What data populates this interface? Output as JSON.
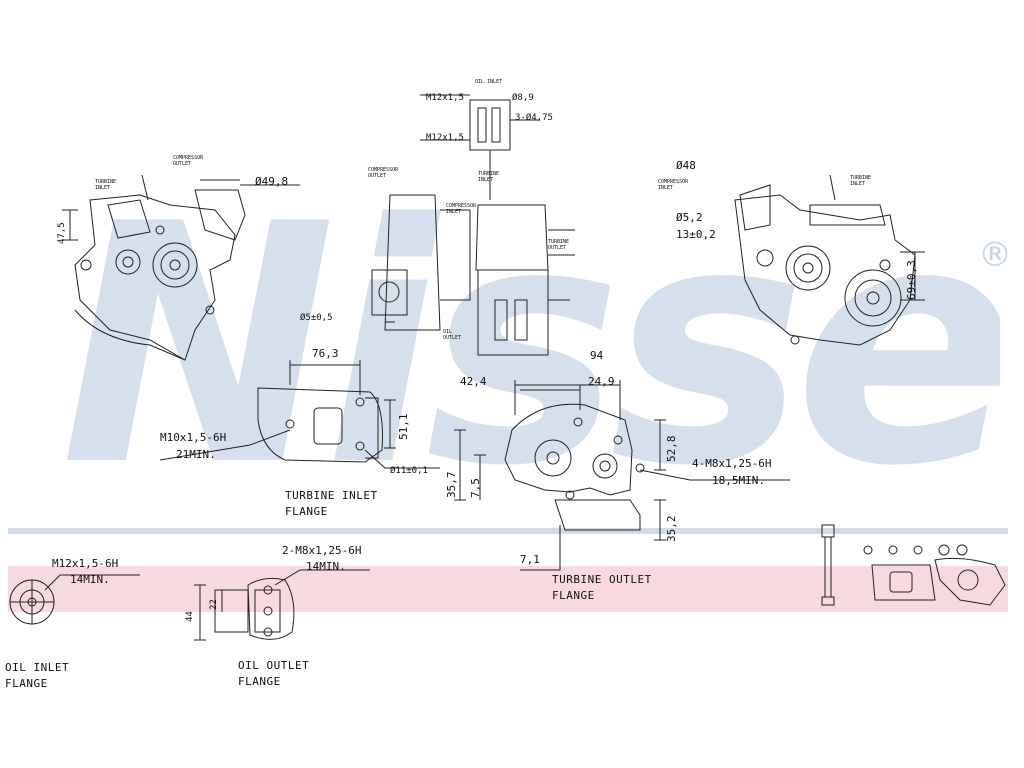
{
  "watermark": {
    "brand": "Nissens",
    "registered_mark": "®",
    "color": "#c8d6e6",
    "band_color": "#cfdbe8",
    "pink_band": "#f7d9df"
  },
  "views": {
    "left": {
      "dim_diameter": "Ø49,8",
      "dim_side": "47,5",
      "labels": [
        "COMPRESSOR OUTLET",
        "TURBINE INLET"
      ]
    },
    "center": {
      "thread_top": "M12x1,5",
      "thread_bottom": "M12x1,5",
      "dim_right": "Ø8,9",
      "holes": "3-Ø4,75",
      "dim_hole": "Ø5±0,5",
      "labels": [
        "OIL INLET",
        "COMPRESSOR OUTLET",
        "TURBINE INLET",
        "TURBINE OUTLET",
        "OIL OUTLET",
        "COMPRESSOR INLET"
      ]
    },
    "right": {
      "dim_d48": "Ø48",
      "dim_d52": "Ø5,2",
      "dim_depth": "13±0,2",
      "dim_69": "69±0,3",
      "labels": [
        "COMPRESSOR INLET",
        "TURBINE INLET"
      ]
    }
  },
  "turbine_inlet_flange": {
    "dim_763": "76,3",
    "dim_511": "51,1",
    "thread": "M10x1,5-6H",
    "depth": "21MIN.",
    "hole": "Ø11±0,1",
    "title_line1": "TURBINE INLET",
    "title_line2": "FLANGE"
  },
  "turbine_outlet_flange": {
    "dim_94": "94",
    "dim_424": "42,4",
    "dim_249": "24,9",
    "dim_528": "52,8",
    "dim_357": "35,7",
    "dim_75": "7,5",
    "dim_352": "35,2",
    "dim_71": "7,1",
    "thread": "4-M8x1,25-6H",
    "depth": "18,5MIN.",
    "title_line1": "TURBINE OUTLET",
    "title_line2": "FLANGE"
  },
  "oil_inlet_flange": {
    "thread": "M12x1,5-6H",
    "depth": "14MIN.",
    "title_line1": "OIL INLET",
    "title_line2": "FLANGE"
  },
  "oil_outlet_flange": {
    "thread": "2-M8x1,25-6H",
    "depth": "14MIN.",
    "dim_22": "22",
    "dim_44": "44",
    "title_line1": "OIL OUTLET",
    "title_line2": "FLANGE"
  }
}
